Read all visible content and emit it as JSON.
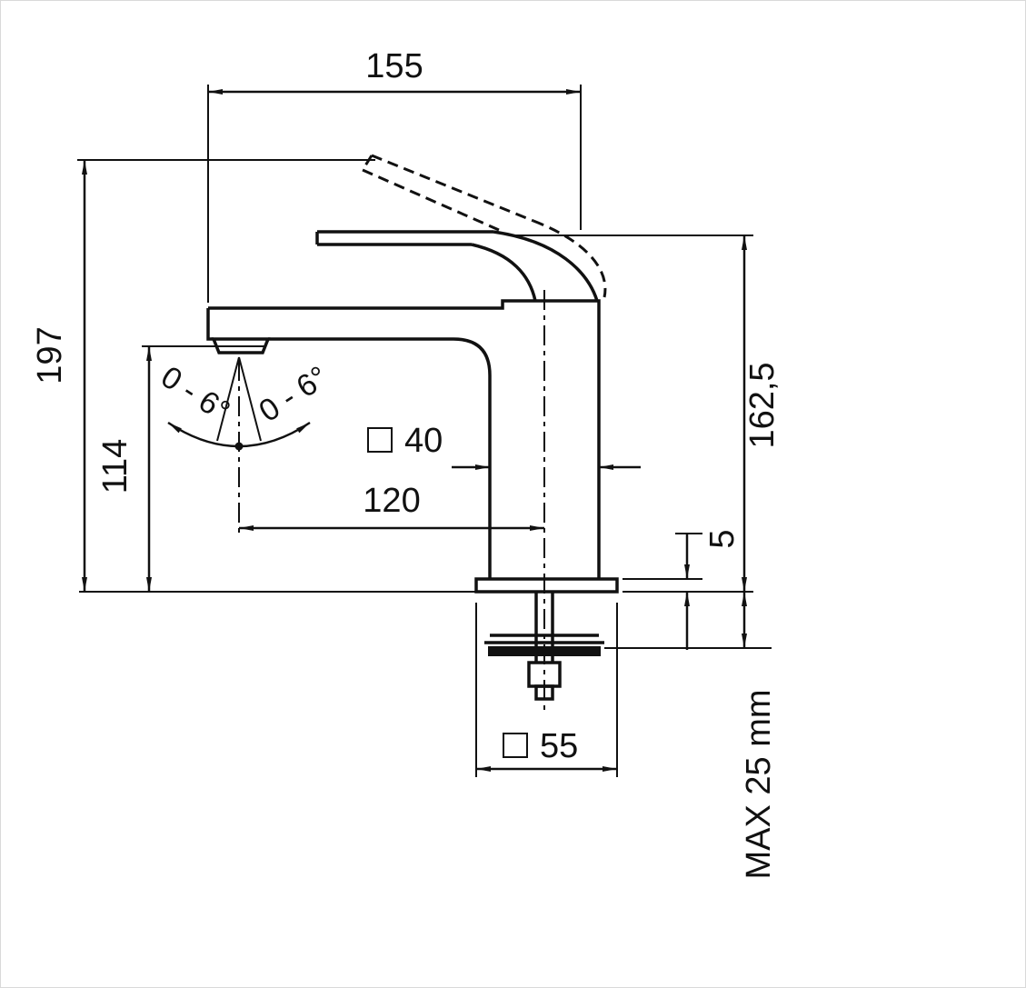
{
  "dimensions": {
    "top_width": "155",
    "total_height": "197",
    "spout_height": "114",
    "body_height": "162,5",
    "spout_reach": "120",
    "body_square": "40",
    "base_square": "55",
    "deck_plate_thickness": "5",
    "max_mounting_thickness": "MAX 25 mm",
    "swivel_angle_left": "0 - 6°",
    "swivel_angle_right": "0 - 6°"
  }
}
